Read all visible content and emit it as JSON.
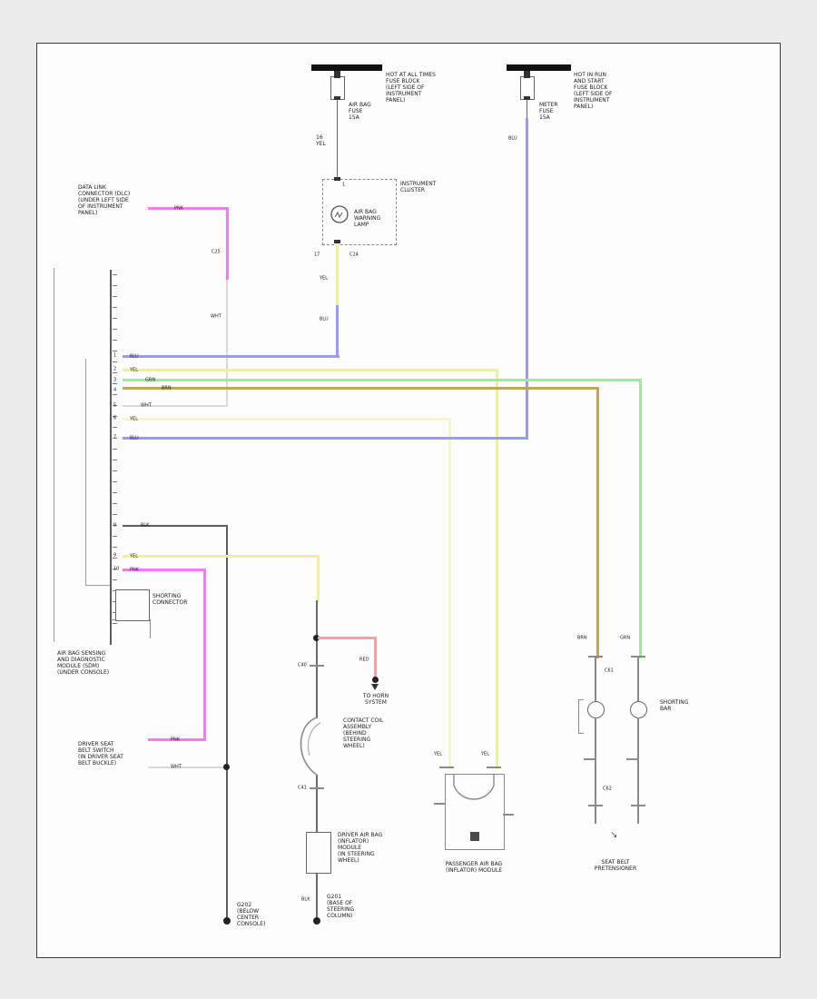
{
  "fl": {
    "note": "HOT AT ALL TIMES\nFUSE BLOCK\n(LEFT SIDE OF\nINSTRUMENT\nPANEL)",
    "fuse": "AIR BAG\nFUSE\n15A",
    "wire": "16\nYEL"
  },
  "fr": {
    "note": "HOT IN RUN\nAND START\nFUSE BLOCK\n(LEFT SIDE OF\nINSTRUMENT\nPANEL)",
    "fuse": "METER\nFUSE\n15A",
    "wire": "BLU"
  },
  "cl": {
    "pin_in": "1",
    "name": "INSTRUMENT\nCLUSTER",
    "lamp": "AIR BAG\nWARNING LAMP",
    "pin_out": "17",
    "conn": "C24",
    "yel": "YEL",
    "blu": "BLU"
  },
  "dlc": {
    "name": "DATA LINK\nCONNECTOR (DLC)\n(UNDER LEFT SIDE\nOF INSTRUMENT\nPANEL)",
    "pnk": "PNK",
    "conn": "C25",
    "wht": "WHT"
  },
  "sdm": {
    "name": "AIR BAG SENSING\nAND DIAGNOSTIC\nMODULE (SDM)\n(UNDER CONSOLE)",
    "box": "SHORTING\nCONNECTOR",
    "rows": [
      {
        "pin": "1",
        "w": "BLU"
      },
      {
        "pin": "2",
        "w": "YEL"
      },
      {
        "pin": "3",
        "w": "GRN"
      },
      {
        "pin": "4",
        "w": "BRN"
      },
      {
        "pin": "5",
        "w": "WHT"
      },
      {
        "pin": "6",
        "w": "YEL"
      },
      {
        "pin": "7",
        "w": "BLU"
      },
      {
        "pin": "8",
        "w": "BLK"
      },
      {
        "pin": "9",
        "w": "YEL"
      },
      {
        "pin": "10",
        "w": "PNK"
      }
    ]
  },
  "bs": {
    "name": "DRIVER SEAT\nBELT SWITCH\n(IN DRIVER SEAT\nBELT BUCKLE)",
    "pnk": "PNK",
    "wht": "WHT"
  },
  "horn": {
    "red": "RED",
    "to": "TO HORN\nSYSTEM"
  },
  "coil": {
    "c40": "C40",
    "c41": "C41",
    "name": "CONTACT COIL\nASSEMBLY\n(BEHIND\nSTEERING\nWHEEL)",
    "blk": "BLK"
  },
  "dab": {
    "name": "DRIVER AIR BAG\n(INFLATOR)\nMODULE\n(IN STEERING\nWHEEL)"
  },
  "g1": {
    "name": "G202\n(BELOW\nCENTER\nCONSOLE)"
  },
  "g2": {
    "name": "G201\n(BASE OF\nSTEERING\nCOLUMN)"
  },
  "pab": {
    "yl": "YEL",
    "yr": "YEL",
    "name": "PASSENGER AIR BAG\n(INFLATOR) MODULE"
  },
  "pt": {
    "brn": "BRN",
    "grn": "GRN",
    "c61": "C61",
    "c62": "C62",
    "sb": "SHORTING\nBAR",
    "name": "SEAT BELT\nPRETENSIONER"
  }
}
